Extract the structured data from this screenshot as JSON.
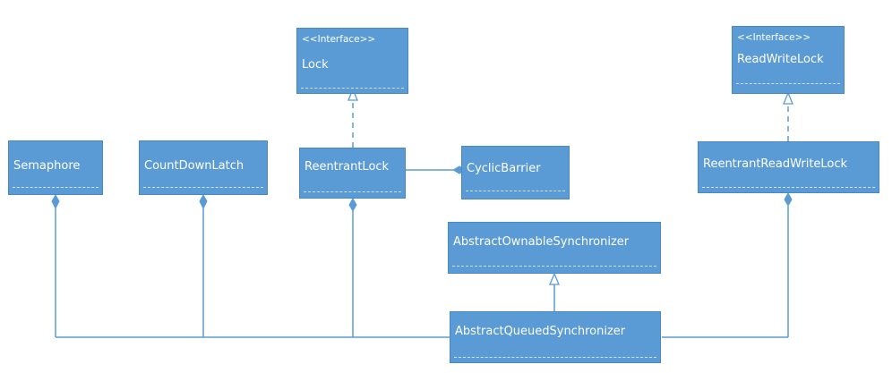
{
  "diagram": {
    "nodes": {
      "lock": {
        "stereotype": "<<Interface>>",
        "name": "Lock"
      },
      "readwritelock": {
        "stereotype": "<<Interface>>",
        "name": "ReadWriteLock"
      },
      "semaphore": {
        "name": "Semaphore"
      },
      "countdownlatch": {
        "name": "CountDownLatch"
      },
      "reentrantlock": {
        "name": "ReentrantLock"
      },
      "cyclicbarrier": {
        "name": "CyclicBarrier"
      },
      "reentrantreadwritelock": {
        "name": "ReentrantReadWriteLock"
      },
      "abstractownablesynchronizer": {
        "name": "AbstractOwnableSynchronizer"
      },
      "abstractqueuedsynchronizer": {
        "name": "AbstractQueuedSynchronizer"
      }
    },
    "colors": {
      "box_fill": "#5b9bd5",
      "line": "#5b9bd5",
      "text": "#ffffff"
    }
  }
}
